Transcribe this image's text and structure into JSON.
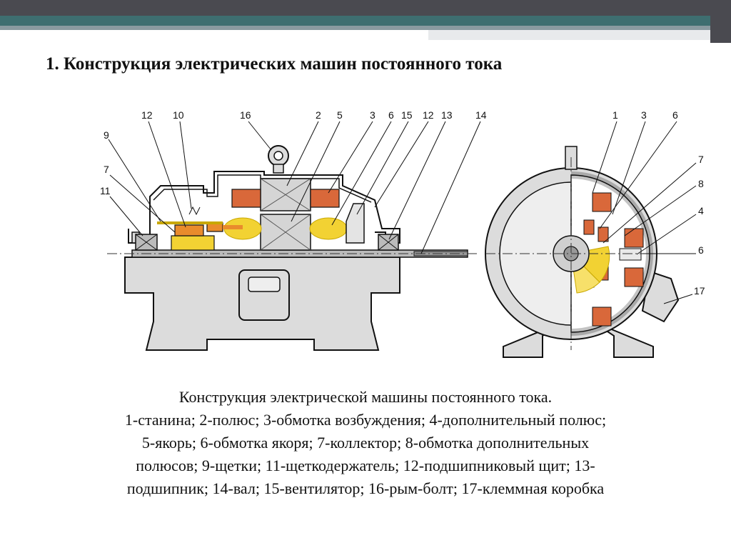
{
  "slide": {
    "title": "1. Конструкция электрических машин постоянного тока",
    "colors": {
      "bar_dark": "#4a4a50",
      "bar_accent": "#3e6e70",
      "frame_fill": "#dcdcdc",
      "winding": "#d9683a",
      "yellow": "#f2d233",
      "orange": "#e98b2c"
    }
  },
  "diagram": {
    "side_view_labels": [
      "12",
      "10",
      "9",
      "7",
      "11",
      "16",
      "2",
      "5",
      "3",
      "6",
      "15",
      "12",
      "13",
      "14"
    ],
    "front_view_labels": [
      "1",
      "3",
      "6",
      "7",
      "8",
      "4",
      "6",
      "17"
    ]
  },
  "caption": {
    "line1": "Конструкция электрической машины постоянного тока.",
    "line2": "1-станина; 2-полюс; 3-обмотка возбуждения; 4-дополнительный полюс;",
    "line3": "5-якорь; 6-обмотка якоря; 7-коллектор; 8-обмотка дополнительных",
    "line4": "полюсов; 9-щетки; 11-щеткодержатель; 12-подшипниковый щит; 13-",
    "line5": "подшипник; 14-вал; 15-вентилятор; 16-рым-болт; 17-клеммная коробка"
  }
}
